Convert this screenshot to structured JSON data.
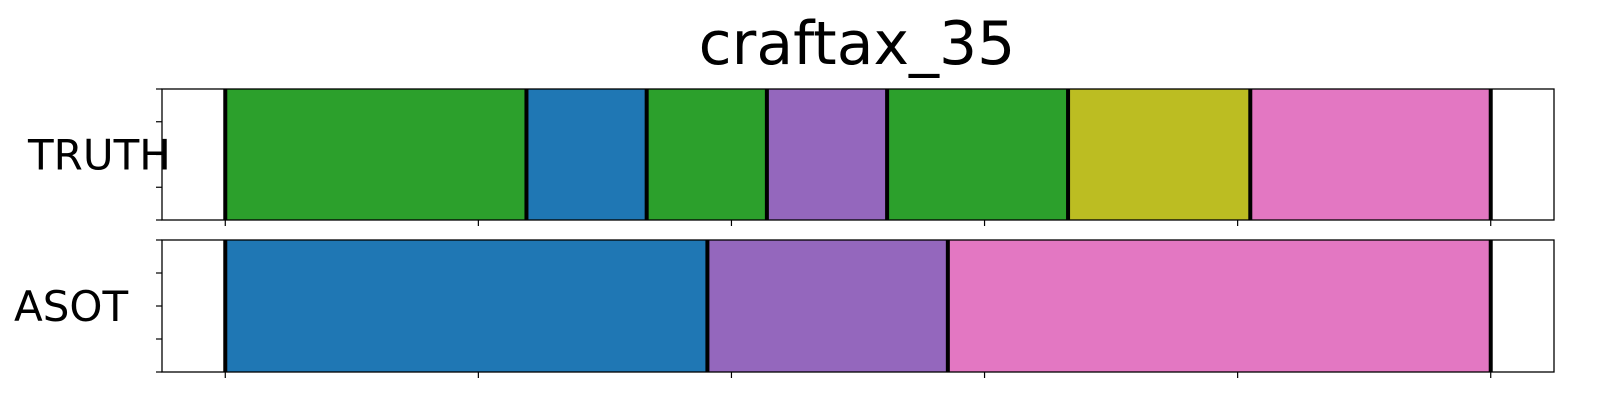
{
  "chart_data": {
    "type": "segmentation",
    "title": "craftax_35",
    "x_range": [
      -0.05,
      1.05
    ],
    "rows": [
      {
        "label": "TRUTH",
        "segments": [
          {
            "start": 0.0,
            "end": 0.238,
            "color": "#2ca02c"
          },
          {
            "start": 0.238,
            "end": 0.333,
            "color": "#1f77b4"
          },
          {
            "start": 0.333,
            "end": 0.428,
            "color": "#2ca02c"
          },
          {
            "start": 0.428,
            "end": 0.523,
            "color": "#9467bd"
          },
          {
            "start": 0.523,
            "end": 0.666,
            "color": "#2ca02c"
          },
          {
            "start": 0.666,
            "end": 0.81,
            "color": "#bcbd22"
          },
          {
            "start": 0.81,
            "end": 1.0,
            "color": "#e377c2"
          }
        ]
      },
      {
        "label": "ASOT",
        "segments": [
          {
            "start": 0.0,
            "end": 0.381,
            "color": "#1f77b4"
          },
          {
            "start": 0.381,
            "end": 0.571,
            "color": "#9467bd"
          },
          {
            "start": 0.571,
            "end": 1.0,
            "color": "#e377c2"
          }
        ]
      }
    ],
    "x_ticks": [
      0.0,
      0.2,
      0.4,
      0.6,
      0.8,
      1.0
    ],
    "y_ticks_per_row": 5,
    "boundary_color": "#000000"
  }
}
